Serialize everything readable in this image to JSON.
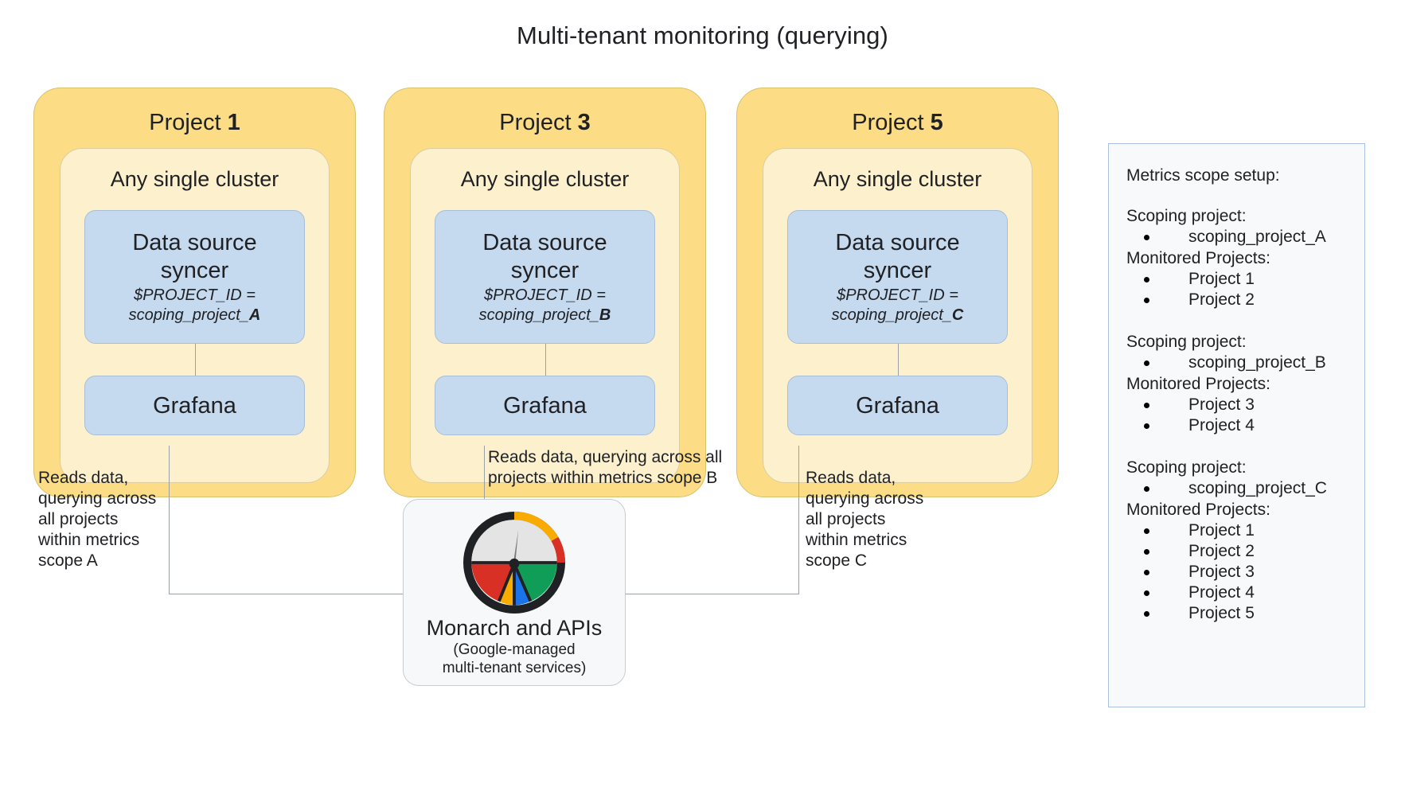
{
  "title": "Multi-tenant monitoring (querying)",
  "projects": [
    {
      "label_prefix": "Project ",
      "label_number": "1",
      "cluster": "Any single cluster",
      "syncer_title": "Data source\nsyncer",
      "syncer_var_line1": "$PROJECT_ID =",
      "syncer_var_line2_prefix": "scoping_project_",
      "syncer_var_line2_bold": "A",
      "grafana": "Grafana",
      "edge_caption": "Reads data,\nquerying across\nall projects\nwithin metrics\nscope A"
    },
    {
      "label_prefix": "Project ",
      "label_number": "3",
      "cluster": "Any single cluster",
      "syncer_title": "Data source\nsyncer",
      "syncer_var_line1": "$PROJECT_ID =",
      "syncer_var_line2_prefix": "scoping_project_",
      "syncer_var_line2_bold": "B",
      "grafana": "Grafana",
      "edge_caption": "Reads data, querying across all\nprojects within metrics scope B"
    },
    {
      "label_prefix": "Project ",
      "label_number": "5",
      "cluster": "Any single cluster",
      "syncer_title": "Data source\nsyncer",
      "syncer_var_line1": "$PROJECT_ID =",
      "syncer_var_line2_prefix": "scoping_project_",
      "syncer_var_line2_bold": "C",
      "grafana": "Grafana",
      "edge_caption": "Reads data,\nquerying across\nall projects\nwithin metrics\nscope C"
    }
  ],
  "monarch": {
    "title": "Monarch and APIs",
    "subtitle": "(Google-managed\nmulti-tenant services)",
    "logo_icon": "monarch-gauge-icon",
    "logo_colors": {
      "ring": "#202124",
      "yellow": "#f9ab00",
      "red": "#d93025",
      "green": "#0f9d58",
      "blue": "#1a73e8",
      "dial": "#e4e4e4"
    }
  },
  "scope_panel": {
    "heading": "Metrics scope setup:",
    "groups": [
      {
        "scoping_label": "Scoping project:",
        "scoping_values": [
          "scoping_project_A"
        ],
        "monitored_label": "Monitored Projects:",
        "monitored_values": [
          "Project 1",
          "Project 2"
        ]
      },
      {
        "scoping_label": "Scoping project:",
        "scoping_values": [
          "scoping_project_B"
        ],
        "monitored_label": "Monitored Projects:",
        "monitored_values": [
          "Project 3",
          "Project 4"
        ]
      },
      {
        "scoping_label": "Scoping project:",
        "scoping_values": [
          "scoping_project_C"
        ],
        "monitored_label": "Monitored Projects:",
        "monitored_values": [
          "Project 1",
          "Project 2",
          "Project 3",
          "Project 4",
          "Project 5"
        ]
      }
    ]
  },
  "colors": {
    "project_fill": "#fcdd86",
    "cluster_fill": "#fdf0cd",
    "component_fill": "#c5d9ef",
    "panel_fill": "#f7f9fb",
    "panel_border": "#a9c0e0",
    "connector": "#9aa0a6"
  }
}
